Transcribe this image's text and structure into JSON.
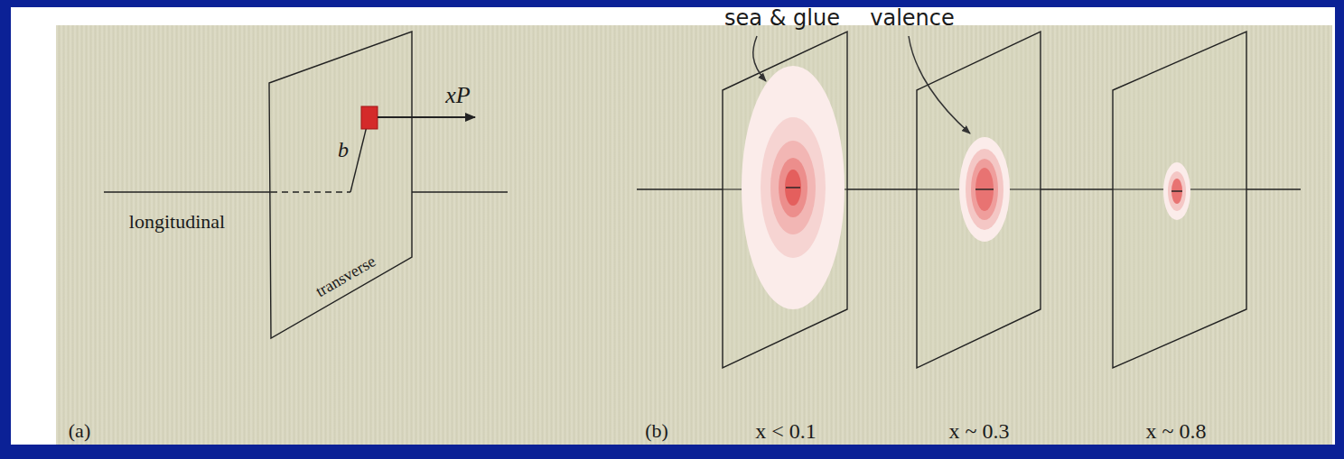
{
  "diagram": {
    "labels": [
      "xP",
      "b",
      "longitudinal",
      "transverse",
      "(a)",
      "sea & glue",
      "valence",
      "(b)",
      "x < 0.1",
      "x ~ 0.3",
      "x ~ 0.8"
    ]
  }
}
